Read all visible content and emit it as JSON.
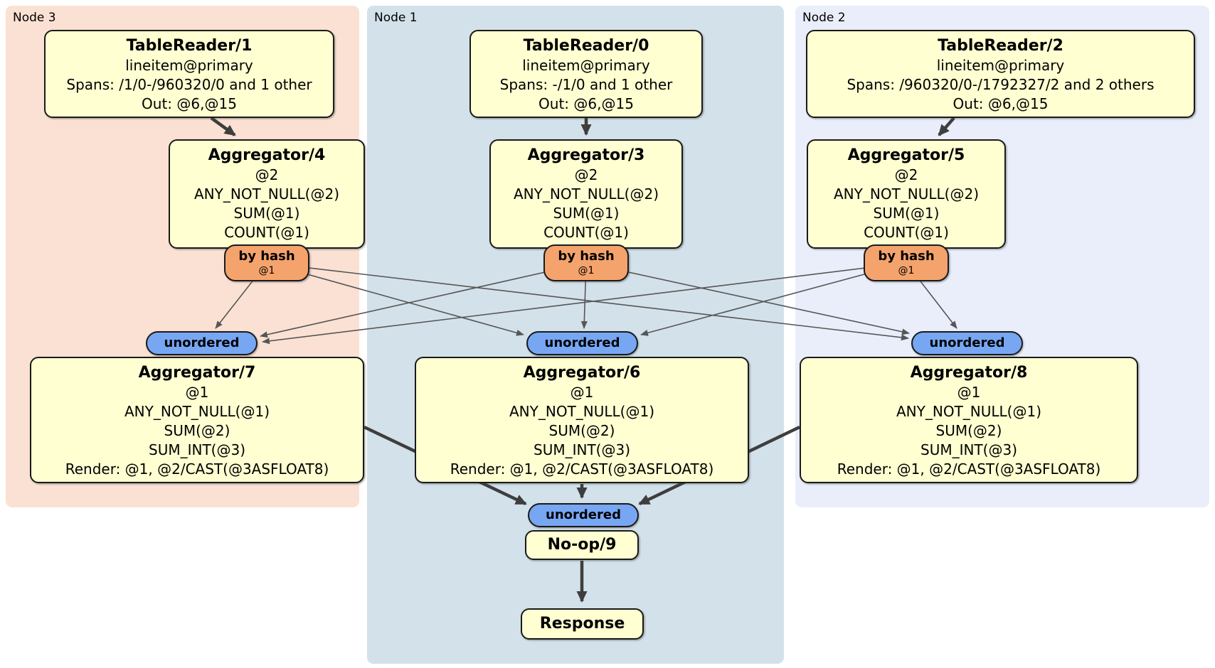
{
  "panels": [
    {
      "label": "Node 3",
      "color": "#fbe1d3"
    },
    {
      "label": "Node 1",
      "color": "#d3e1ea"
    },
    {
      "label": "Node 2",
      "color": "#e9eefa"
    }
  ],
  "colors": {
    "processor_fill": "#ffffd2",
    "router_fill": "#f5a36c",
    "stream_fill": "#77a7f3",
    "edge_thin": "#565656",
    "edge_thick": "#3e3e3e"
  },
  "processors": [
    {
      "title": "TableReader/1",
      "lines": [
        "lineitem@primary",
        "Spans: /1/0-/960320/0 and 1 other",
        "Out: @6,@15"
      ]
    },
    {
      "title": "TableReader/0",
      "lines": [
        "lineitem@primary",
        "Spans: -/1/0 and 1 other",
        "Out: @6,@15"
      ]
    },
    {
      "title": "TableReader/2",
      "lines": [
        "lineitem@primary",
        "Spans: /960320/0-/1792327/2 and 2 others",
        "Out: @6,@15"
      ]
    },
    {
      "title": "Aggregator/4",
      "lines": [
        "@2",
        "ANY_NOT_NULL(@2)",
        "SUM(@1)",
        "COUNT(@1)"
      ]
    },
    {
      "title": "Aggregator/3",
      "lines": [
        "@2",
        "ANY_NOT_NULL(@2)",
        "SUM(@1)",
        "COUNT(@1)"
      ]
    },
    {
      "title": "Aggregator/5",
      "lines": [
        "@2",
        "ANY_NOT_NULL(@2)",
        "SUM(@1)",
        "COUNT(@1)"
      ]
    },
    {
      "title": "Aggregator/7",
      "lines": [
        "@1",
        "ANY_NOT_NULL(@1)",
        "SUM(@2)",
        "SUM_INT(@3)",
        "Render: @1, @2/CAST(@3ASFLOAT8)"
      ]
    },
    {
      "title": "Aggregator/6",
      "lines": [
        "@1",
        "ANY_NOT_NULL(@1)",
        "SUM(@2)",
        "SUM_INT(@3)",
        "Render: @1, @2/CAST(@3ASFLOAT8)"
      ]
    },
    {
      "title": "Aggregator/8",
      "lines": [
        "@1",
        "ANY_NOT_NULL(@1)",
        "SUM(@2)",
        "SUM_INT(@3)",
        "Render: @1, @2/CAST(@3ASFLOAT8)"
      ]
    },
    {
      "title": "No-op/9",
      "lines": []
    },
    {
      "title": "Response",
      "lines": []
    }
  ],
  "routers": [
    {
      "label": "by hash",
      "detail": "@1"
    },
    {
      "label": "by hash",
      "detail": "@1"
    },
    {
      "label": "by hash",
      "detail": "@1"
    }
  ],
  "streams": [
    {
      "label": "unordered"
    },
    {
      "label": "unordered"
    },
    {
      "label": "unordered"
    },
    {
      "label": "unordered"
    }
  ]
}
